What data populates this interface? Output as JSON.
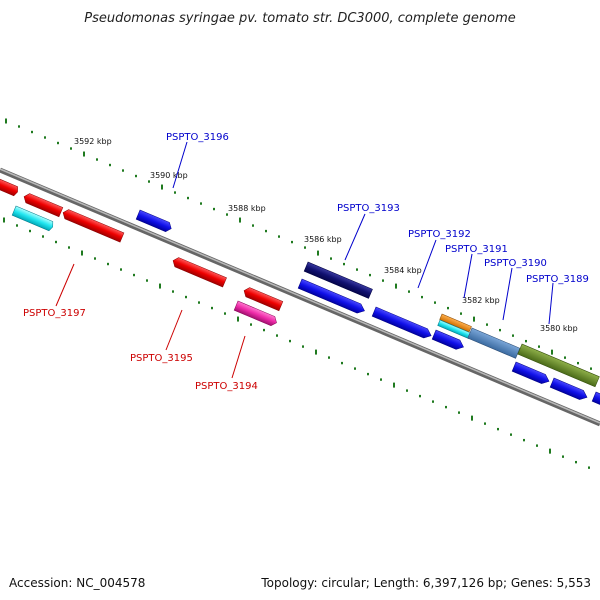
{
  "title": "Pseudomonas syringae pv. tomato str. DC3000, complete genome",
  "footer": {
    "accession": "Accession: NC_004578",
    "topology": "Topology: circular; Length: 6,397,126 bp; Genes: 5,553"
  },
  "ruler_ticks": [
    "3592 kbp",
    "3590 kbp",
    "3588 kbp",
    "3586 kbp",
    "3584 kbp",
    "3582 kbp",
    "3580 kbp"
  ],
  "gene_labels": {
    "top": [
      "PSPTO_3196",
      "PSPTO_3193",
      "PSPTO_3192",
      "PSPTO_3191",
      "PSPTO_3190",
      "PSPTO_3189"
    ],
    "bottom": [
      "PSPTO_3197",
      "PSPTO_3195",
      "PSPTO_3194"
    ]
  },
  "colors": {
    "forward_label": "#0000cc",
    "reverse_label": "#cc0000",
    "tick": "#1f7a1f",
    "backbone": "#888888"
  }
}
